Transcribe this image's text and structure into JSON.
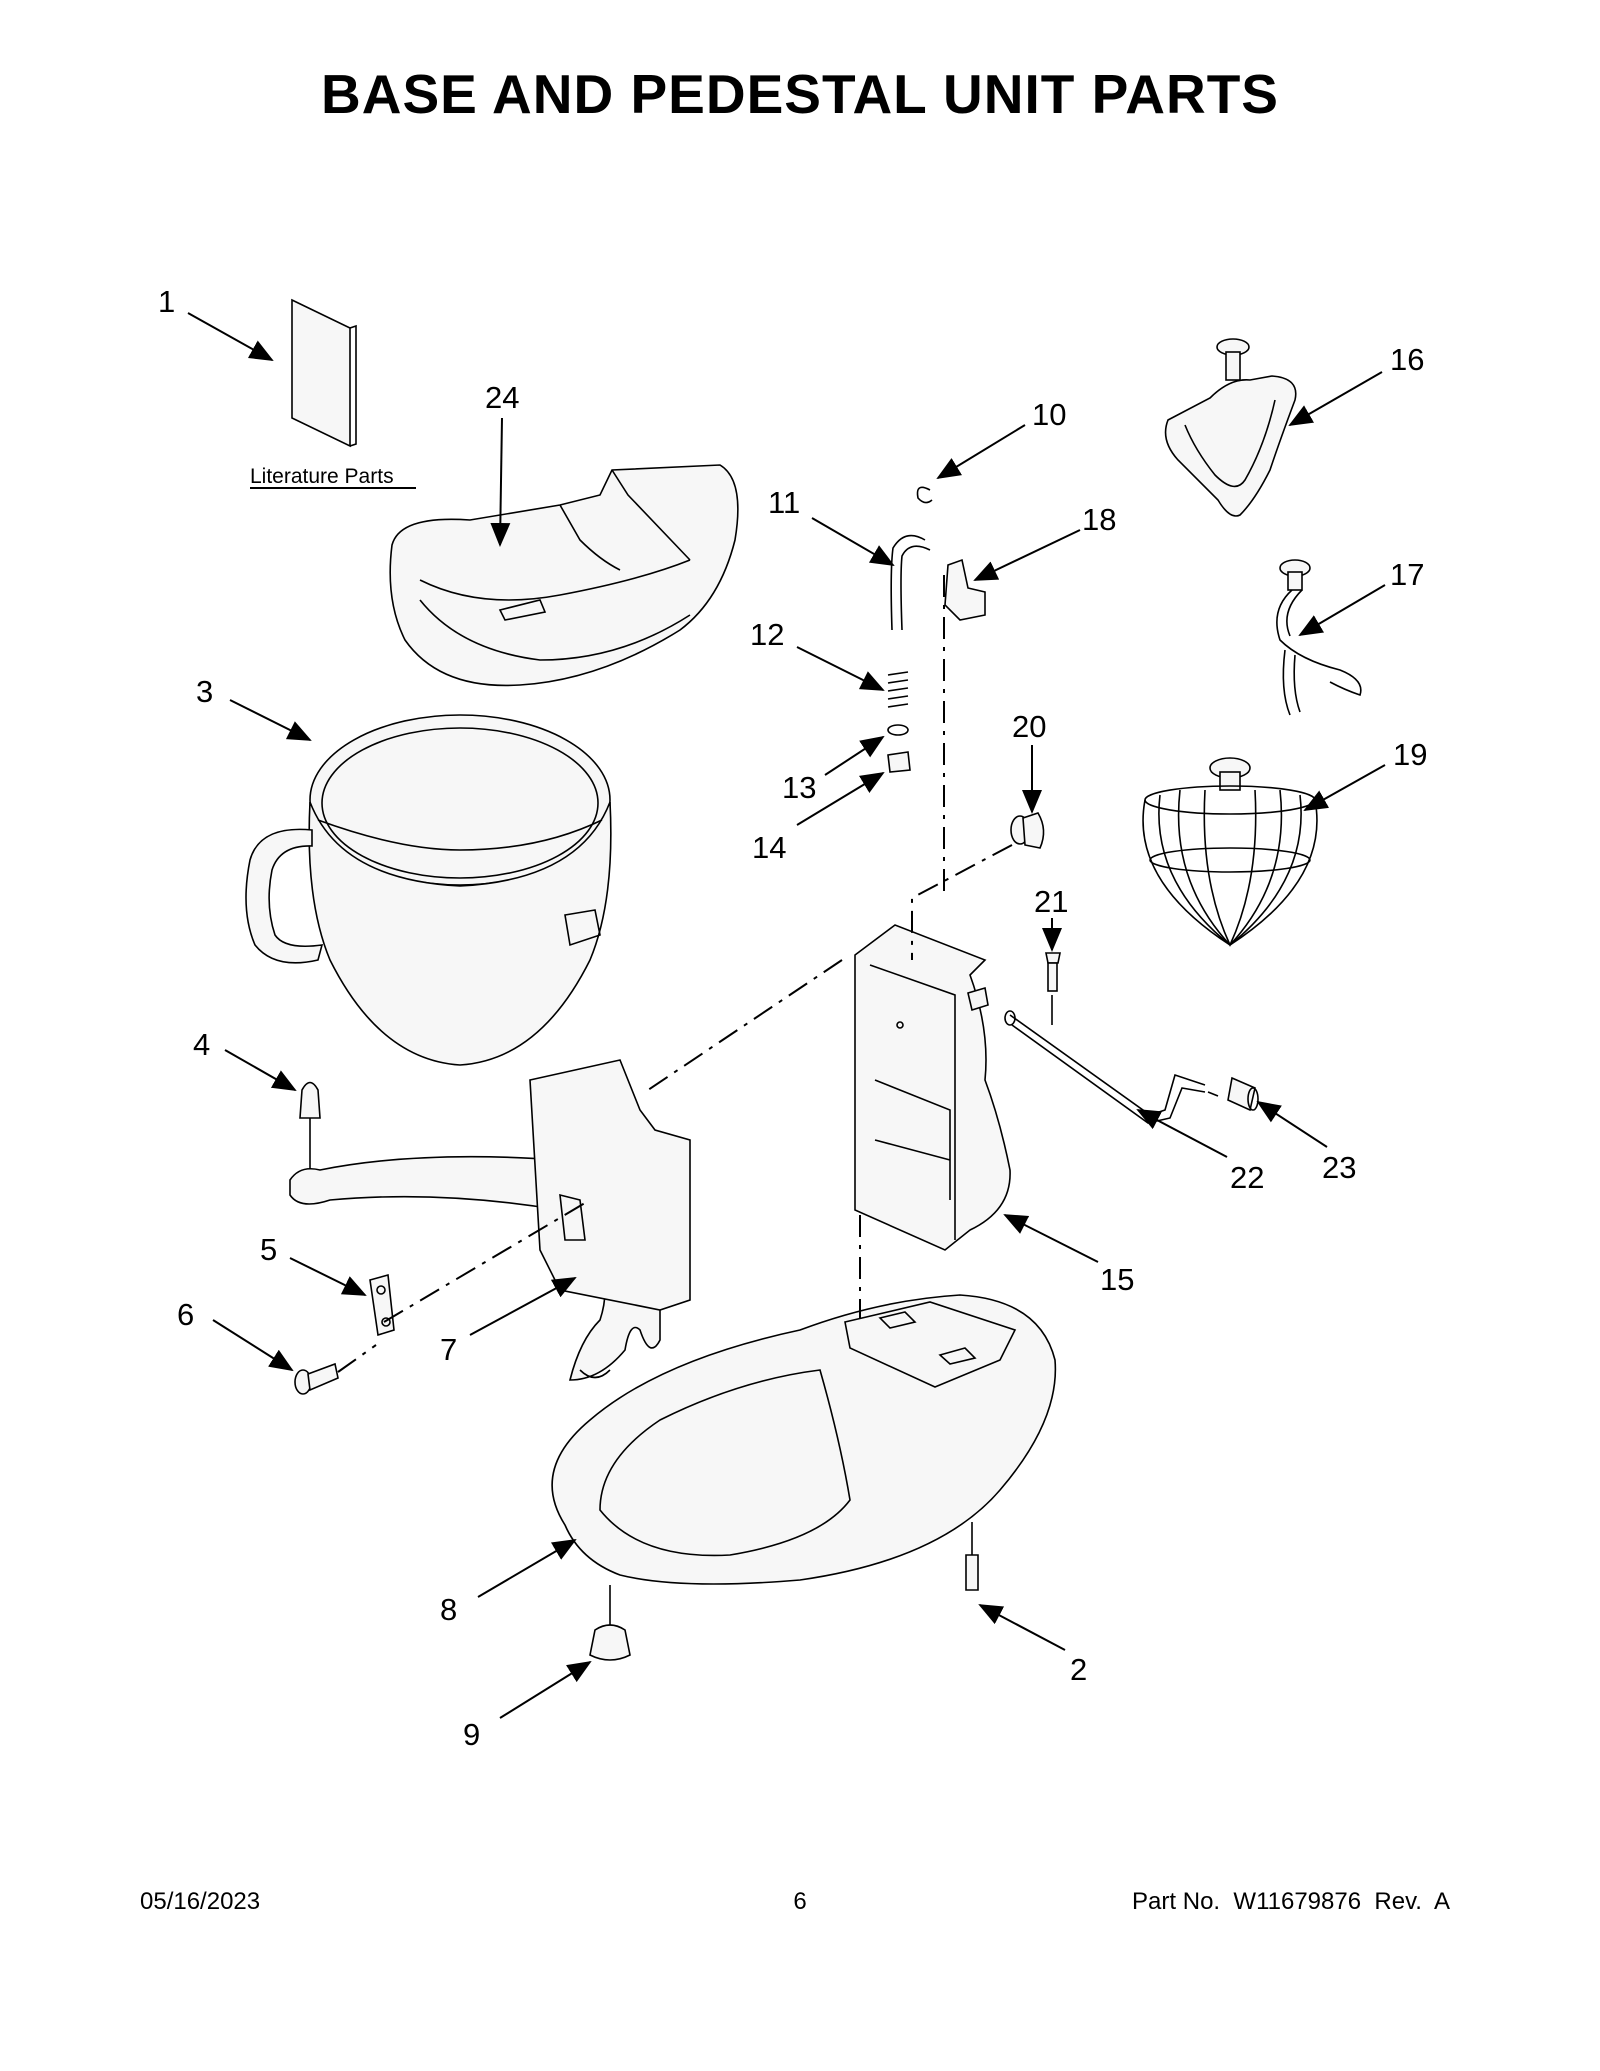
{
  "page": {
    "title": "BASE AND PEDESTAL UNIT PARTS",
    "footer": {
      "date": "05/16/2023",
      "page_number": "6",
      "part_number": "Part No.  W11679876  Rev.  A"
    }
  },
  "diagram": {
    "literature_label": "Literature Parts",
    "callouts": {
      "c1": "1",
      "c2": "2",
      "c3": "3",
      "c4": "4",
      "c5": "5",
      "c6": "6",
      "c7": "7",
      "c8": "8",
      "c9": "9",
      "c10": "10",
      "c11": "11",
      "c12": "12",
      "c13": "13",
      "c14": "14",
      "c15": "15",
      "c16": "16",
      "c17": "17",
      "c18": "18",
      "c19": "19",
      "c20": "20",
      "c21": "21",
      "c22": "22",
      "c23": "23",
      "c24": "24"
    }
  },
  "colors": {
    "line": "#000000",
    "part_fill": "#f7f7f7",
    "background": "#ffffff"
  }
}
